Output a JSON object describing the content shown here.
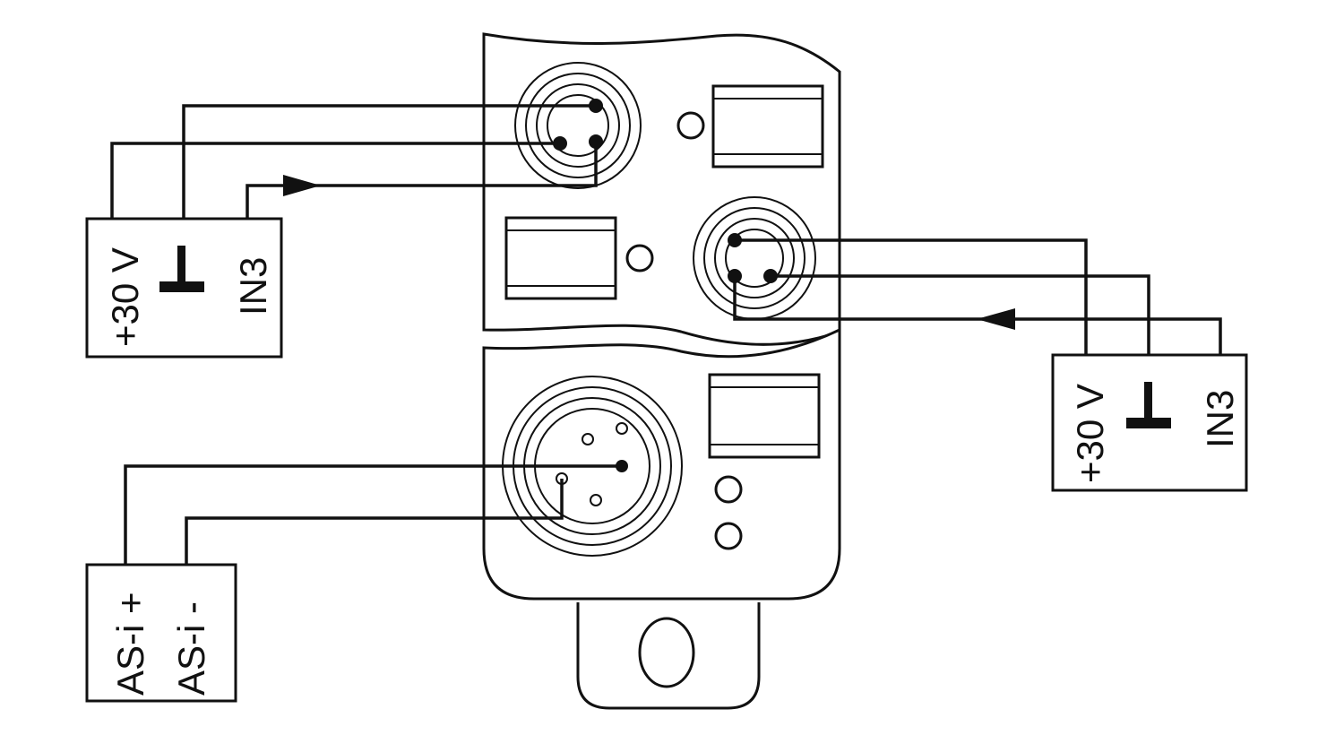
{
  "diagram": {
    "sensor_top": {
      "pin_supply": "+30 V",
      "pin_ground_symbol": "ground",
      "pin_signal": "IN3"
    },
    "sensor_right": {
      "pin_supply": "+30 V",
      "pin_ground_symbol": "ground",
      "pin_signal": "IN3"
    },
    "bus": {
      "pin_plus": "AS-i +",
      "pin_minus": "AS-i -"
    },
    "colors": {
      "line": "#111111",
      "background": "#ffffff"
    }
  }
}
